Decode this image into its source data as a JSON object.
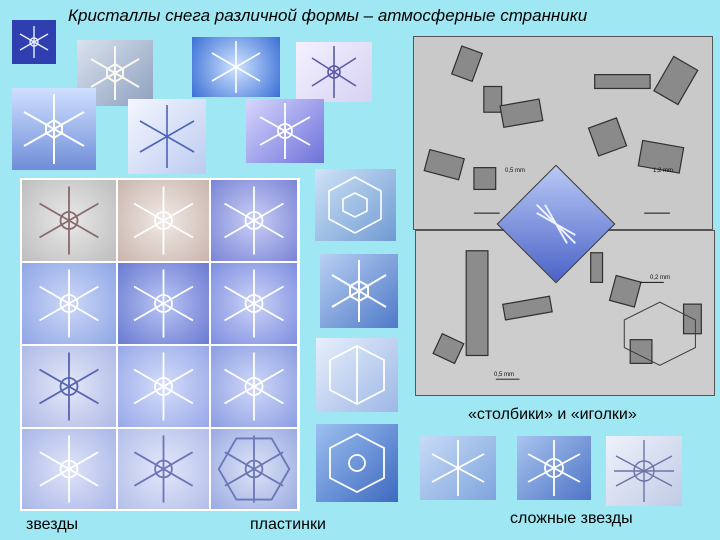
{
  "title": "Кристаллы снега различной формы – атмосферные странники",
  "captions": {
    "columns_needles": "«столбики» и «иголки»",
    "stars": "звезды",
    "plates": "пластинки",
    "complex_stars": "сложные звезды"
  },
  "photo_scale_labels": [
    "0,5 mm",
    "1,2 mm",
    "0,2 mm",
    "0,5 mm"
  ]
}
